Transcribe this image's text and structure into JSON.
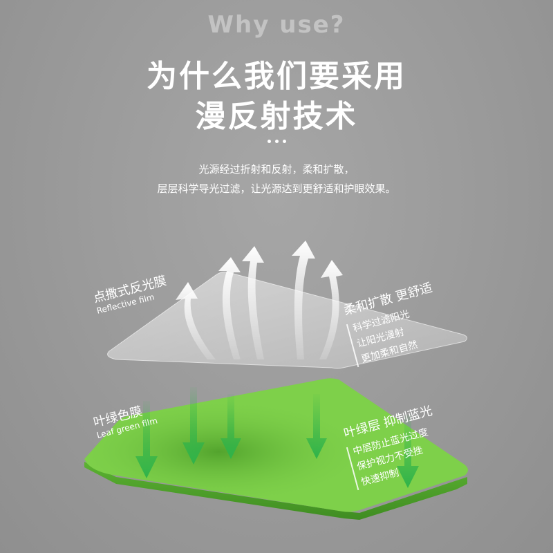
{
  "header": {
    "watermark": "Why use?",
    "title_line1": "为什么我们要采用",
    "title_line2": "漫反射技术",
    "desc_line1": "光源经过折射和反射，柔和扩散，",
    "desc_line2": "层层科学导光过滤，让光源达到更舒适和护眼效果。"
  },
  "labels": {
    "reflective_cn": "点撒式反光膜",
    "reflective_en": "Reflective film",
    "leaf_cn": "叶绿色膜",
    "leaf_en": "Leaf green film",
    "soft_title": "柔和扩散 更舒适",
    "soft_lines": [
      "科学过滤阳光",
      "让阳光漫射",
      "更加柔和自然"
    ],
    "green_title": "叶绿层 抑制蓝光",
    "green_lines": [
      "中层防止蓝光过度",
      "保护视力不受挫",
      "快速抑制"
    ]
  },
  "colors": {
    "background": "#9c9c9c",
    "green_film": "#7ed04a",
    "green_arrow": "#2fb34a",
    "white_arrow": "#ffffff"
  }
}
